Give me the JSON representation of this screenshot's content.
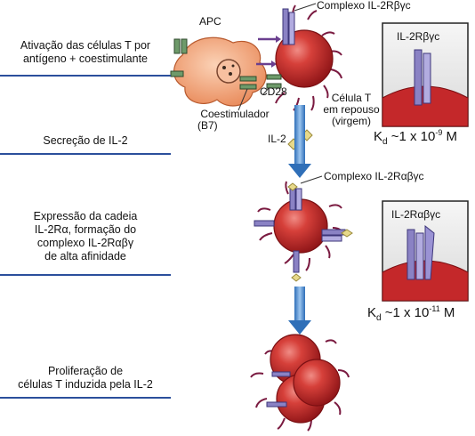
{
  "steps": [
    {
      "line1": "Ativação das células T por",
      "line2": "antígeno + coestimulante"
    },
    {
      "line1": "Secreção de IL-2"
    },
    {
      "line1": "Expressão da cadeia",
      "line2": "IL-2Rα, formação do",
      "line3": "complexo IL-2Rαβγ",
      "line4": "de alta afinidade"
    },
    {
      "line1": "Proliferação de",
      "line2": "células T induzida pela IL-2"
    }
  ],
  "labels": {
    "apc": "APC",
    "complex_bg": "Complexo IL-2Rβγc",
    "cd28": "CD28",
    "costim": "Coestimulador",
    "b7": "(B7)",
    "tcell1": "Célula T",
    "tcell2": "em repouso",
    "tcell3": "(virgem)",
    "il2": "IL-2",
    "complex_abg": "Complexo IL-2Rαβγc"
  },
  "insets": [
    {
      "title": "IL-2Rβγc",
      "kd_prefix": "K",
      "kd_sub": "d",
      "kd_mid": " ~1 x 10",
      "kd_exp": "-9",
      "kd_unit": " M"
    },
    {
      "title": "IL-2Rαβγc",
      "kd_prefix": "K",
      "kd_sub": "d",
      "kd_mid": " ~1 x 10",
      "kd_exp": "-11",
      "kd_unit": " M"
    }
  ],
  "colors": {
    "cell_red": "#c7282a",
    "apc_orange": "#f2a57a",
    "arrow_blue": "#4a86c8",
    "line_blue": "#2b4f9c",
    "receptor_purple": "#8a82c4",
    "il2_yellow": "#e7d98a"
  }
}
